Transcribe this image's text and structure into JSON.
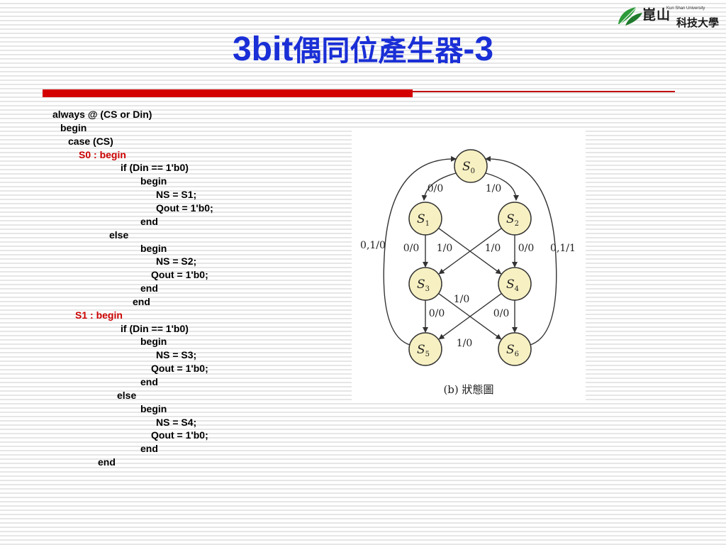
{
  "header": {
    "logo": {
      "name": "崑山",
      "english": "Kun Shan University",
      "subtitle": "科技大學"
    },
    "title_latin": "3bit",
    "title_cjk": "偶同位產生器",
    "title_suffix": "-3"
  },
  "code": {
    "lines": [
      {
        "text": "always @ (CS or Din)",
        "indent": 74,
        "highlight": false
      },
      {
        "text": "begin",
        "indent": 85,
        "highlight": false
      },
      {
        "text": "case (CS)",
        "indent": 96,
        "highlight": false
      },
      {
        "text": "S0 : begin",
        "indent": 111,
        "highlight": true
      },
      {
        "text": "if (Din == 1'b0)",
        "indent": 170,
        "highlight": false
      },
      {
        "text": "begin",
        "indent": 198,
        "highlight": false
      },
      {
        "text": "NS = S1;",
        "indent": 220,
        "highlight": false
      },
      {
        "text": "Qout = 1'b0;",
        "indent": 220,
        "highlight": false
      },
      {
        "text": "end",
        "indent": 198,
        "highlight": false
      },
      {
        "text": "else",
        "indent": 154,
        "highlight": false
      },
      {
        "text": "begin",
        "indent": 198,
        "highlight": false
      },
      {
        "text": "NS = S2;",
        "indent": 220,
        "highlight": false
      },
      {
        "text": "Qout = 1'b0;",
        "indent": 213,
        "highlight": false
      },
      {
        "text": "end",
        "indent": 198,
        "highlight": false
      },
      {
        "text": "end",
        "indent": 187,
        "highlight": false
      },
      {
        "text": "S1 : begin",
        "indent": 106,
        "highlight": true
      },
      {
        "text": "if (Din == 1'b0)",
        "indent": 170,
        "highlight": false
      },
      {
        "text": "begin",
        "indent": 198,
        "highlight": false
      },
      {
        "text": "NS = S3;",
        "indent": 220,
        "highlight": false
      },
      {
        "text": "Qout = 1'b0;",
        "indent": 213,
        "highlight": false
      },
      {
        "text": "end",
        "indent": 198,
        "highlight": false
      },
      {
        "text": "else",
        "indent": 165,
        "highlight": false
      },
      {
        "text": "begin",
        "indent": 198,
        "highlight": false
      },
      {
        "text": "NS = S4;",
        "indent": 220,
        "highlight": false
      },
      {
        "text": "Qout = 1'b0;",
        "indent": 213,
        "highlight": false
      },
      {
        "text": "end",
        "indent": 198,
        "highlight": false
      },
      {
        "text": "end",
        "indent": 138,
        "highlight": false
      }
    ]
  },
  "diagram": {
    "caption": "(b) 狀態圖",
    "states": [
      {
        "id": "S0",
        "label": "S",
        "sub": "0"
      },
      {
        "id": "S1",
        "label": "S",
        "sub": "1"
      },
      {
        "id": "S2",
        "label": "S",
        "sub": "2"
      },
      {
        "id": "S3",
        "label": "S",
        "sub": "3"
      },
      {
        "id": "S4",
        "label": "S",
        "sub": "4"
      },
      {
        "id": "S5",
        "label": "S",
        "sub": "5"
      },
      {
        "id": "S6",
        "label": "S",
        "sub": "6"
      }
    ],
    "transitions": [
      {
        "from": "S0",
        "to": "S1",
        "label": "0/0"
      },
      {
        "from": "S0",
        "to": "S2",
        "label": "1/0"
      },
      {
        "from": "S1",
        "to": "S3",
        "label": "0/0"
      },
      {
        "from": "S1",
        "to": "S4",
        "label": "1/0"
      },
      {
        "from": "S2",
        "to": "S3",
        "label": "1/0"
      },
      {
        "from": "S2",
        "to": "S4",
        "label": "0/0"
      },
      {
        "from": "S3",
        "to": "S5",
        "label": "0/0"
      },
      {
        "from": "S3",
        "to": "S6",
        "label": "1/0"
      },
      {
        "from": "S4",
        "to": "S5",
        "label": "1/0"
      },
      {
        "from": "S4",
        "to": "S6",
        "label": "0/0"
      },
      {
        "from": "S5",
        "to": "S0",
        "label": "0,1/0"
      },
      {
        "from": "S6",
        "to": "S0",
        "label": "0,1/1"
      }
    ]
  },
  "colors": {
    "title": "#1a2fd6",
    "accent_bar": "#d40000",
    "code_highlight": "#cc0000",
    "state_fill": "#f7f0c2"
  }
}
